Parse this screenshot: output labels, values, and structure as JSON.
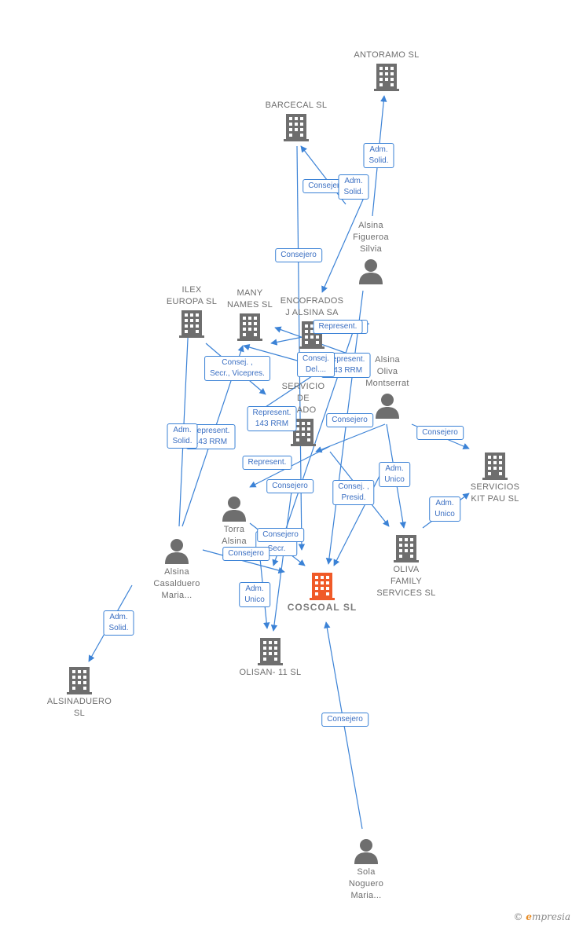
{
  "colors": {
    "edge": "#3b82d6",
    "node": "#6e6e6e",
    "main": "#f05a28",
    "label_text": "#3b6fc2"
  },
  "nodes": [
    {
      "id": "antoramo",
      "kind": "company",
      "label": "ANTORAMO  SL",
      "label_pos": "above",
      "icon": "building-icon"
    },
    {
      "id": "barcecal",
      "kind": "company",
      "label": "BARCECAL  SL",
      "label_pos": "above",
      "icon": "building-icon"
    },
    {
      "id": "alsina_figueroa",
      "kind": "person",
      "label": "Alsina\nFigueroa\nSilvia",
      "label_pos": "above",
      "icon": "person-icon"
    },
    {
      "id": "ilex",
      "kind": "company",
      "label": "ILEX\nEUROPA  SL",
      "label_pos": "above",
      "icon": "building-icon"
    },
    {
      "id": "many_names",
      "kind": "company",
      "label": "MANY\nNAMES SL",
      "label_pos": "above",
      "icon": "building-icon"
    },
    {
      "id": "encofrados",
      "kind": "company",
      "label": "ENCOFRADOS\nJ ALSINA SA",
      "label_pos": "above",
      "icon": "building-icon"
    },
    {
      "id": "alsina_oliva",
      "kind": "person",
      "label": "Alsina\nOliva\nMontserrat",
      "label_pos": "above",
      "icon": "person-icon"
    },
    {
      "id": "servicio",
      "kind": "company",
      "label": "SERVICIO\nDE\nRADO",
      "label_pos": "above",
      "icon": "building-icon"
    },
    {
      "id": "servicios_kit",
      "kind": "company",
      "label": "SERVICIOS\nKIT PAU SL",
      "label_pos": "below",
      "icon": "building-icon"
    },
    {
      "id": "torra",
      "kind": "person",
      "label": "Torra\nAlsina",
      "label_pos": "below",
      "icon": "person-icon"
    },
    {
      "id": "alsina_casalduero",
      "kind": "person",
      "label": "Alsina\nCasalduero\nMaria...",
      "label_pos": "below",
      "icon": "person-icon"
    },
    {
      "id": "oliva_family",
      "kind": "company",
      "label": "OLIVA\nFAMILY\nSERVICES  SL",
      "label_pos": "below",
      "icon": "building-icon"
    },
    {
      "id": "coscoal",
      "kind": "main",
      "label": "COSCOAL  SL",
      "label_pos": "below",
      "icon": "building-icon"
    },
    {
      "id": "olisan",
      "kind": "company",
      "label": "OLISAN- 11 SL",
      "label_pos": "below",
      "icon": "building-icon"
    },
    {
      "id": "alsinaduero",
      "kind": "company",
      "label": "ALSINADUERO\nSL",
      "label_pos": "below",
      "icon": "building-icon"
    },
    {
      "id": "sola_noguero",
      "kind": "person",
      "label": "Sola\nNoguero\nMaria...",
      "label_pos": "below",
      "icon": "person-icon"
    }
  ],
  "edge_labels": [
    "Adm.\nSolid.",
    "Consejero",
    "Adm.\nSolid.",
    "Consejero",
    "Consejero",
    "Represent.",
    "Represent.\n143 RRM",
    "Consej. ,\nSecr., Vicepres.",
    "Consej.\nDel....",
    "Represent.\n143 RRM",
    "Represent.\n143 RRM",
    "Consejero",
    "Consejero",
    "Adm.\nSolid.",
    "Represent.",
    "Consejero",
    "Adm.\nUnico",
    "Consej. ,\nPresid.",
    "Adm.\nUnico",
    "Consej. ,\nSecr.",
    "Consejero",
    "Consejero",
    "Adm.\nUnico",
    "Adm.\nSolid.",
    "Consejero"
  ],
  "brand": {
    "copyright": "©",
    "name": "mpresia",
    "initial": "e"
  }
}
